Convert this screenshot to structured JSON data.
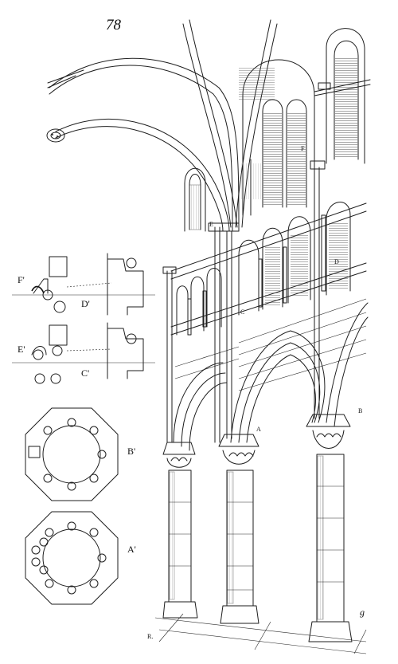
{
  "page_number": "78",
  "labels": {
    "f_prime": "F'",
    "d_prime": "D'",
    "e_prime": "E'",
    "c_prime": "C'",
    "b_prime": "B'",
    "a_prime": "A'",
    "a": "A",
    "b": "B",
    "c": "C",
    "d": "D",
    "e": "E",
    "f": "F",
    "engraver": "R.",
    "signature": "g"
  }
}
